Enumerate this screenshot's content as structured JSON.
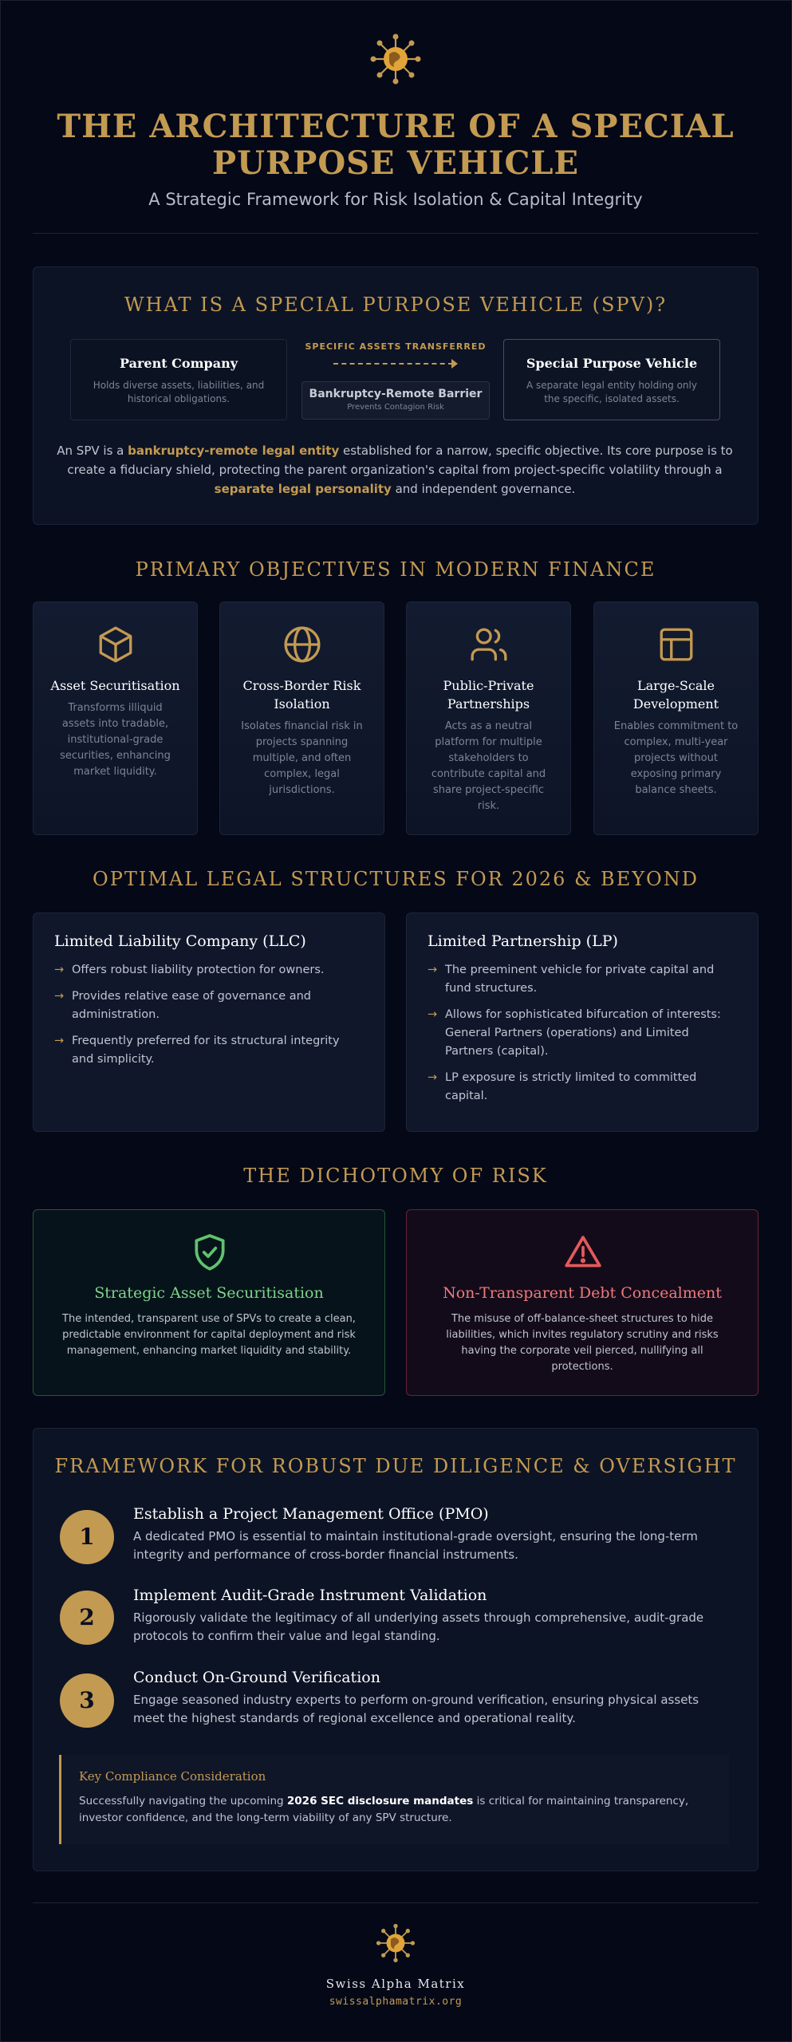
{
  "header": {
    "title": "THE ARCHITECTURE OF A SPECIAL PURPOSE VEHICLE",
    "subtitle": "A Strategic Framework for Risk Isolation & Capital Integrity"
  },
  "what_is": {
    "title": "WHAT IS A SPECIAL PURPOSE VEHICLE (SPV)?",
    "parent": {
      "title": "Parent Company",
      "desc": "Holds diverse assets, liabilities, and historical obligations."
    },
    "transfer_label": "SPECIFIC ASSETS TRANSFERRED",
    "barrier": {
      "title": "Bankruptcy-Remote Barrier",
      "desc": "Prevents Contagion Risk"
    },
    "spv": {
      "title": "Special Purpose Vehicle",
      "desc": "A separate legal entity holding only the specific, isolated assets."
    },
    "intro": {
      "p1": "An SPV is a ",
      "b1": "bankruptcy-remote legal entity",
      "p2": " established for a narrow, specific objective. Its core purpose is to create a fiduciary shield, protecting the parent organization's capital from project-specific volatility through a ",
      "b2": "separate legal personality",
      "p3": " and independent governance."
    }
  },
  "objectives": {
    "title": "PRIMARY OBJECTIVES IN MODERN FINANCE",
    "items": [
      {
        "icon": "box-icon",
        "title": "Asset Securitisation",
        "desc": "Transforms illiquid assets into tradable, institutional-grade securities, enhancing market liquidity."
      },
      {
        "icon": "globe-icon",
        "title": "Cross-Border Risk Isolation",
        "desc": "Isolates financial risk in projects spanning multiple, and often complex, legal jurisdictions."
      },
      {
        "icon": "users-icon",
        "title": "Public-Private Partnerships",
        "desc": "Acts as a neutral platform for multiple stakeholders to contribute capital and share project-specific risk."
      },
      {
        "icon": "layout-icon",
        "title": "Large-Scale Development",
        "desc": "Enables commitment to complex, multi-year projects without exposing primary balance sheets."
      }
    ]
  },
  "legal": {
    "title": "OPTIMAL LEGAL STRUCTURES FOR 2026 & BEYOND",
    "llc": {
      "title": "Limited Liability Company (LLC)",
      "points": [
        "Offers robust liability protection for owners.",
        "Provides relative ease of governance and administration.",
        "Frequently preferred for its structural integrity and simplicity."
      ]
    },
    "lp": {
      "title": "Limited Partnership (LP)",
      "points": [
        "The preeminent vehicle for private capital and fund structures.",
        "Allows for sophisticated bifurcation of interests: General Partners (operations) and Limited Partners (capital).",
        "LP exposure is strictly limited to committed capital."
      ]
    },
    "arrow": "→"
  },
  "risk": {
    "title": "THE DICHOTOMY OF RISK",
    "good": {
      "title": "Strategic Asset Securitisation",
      "desc": "The intended, transparent use of SPVs to create a clean, predictable environment for capital deployment and risk management, enhancing market liquidity and stability.",
      "color": "#5fc46e"
    },
    "bad": {
      "title": "Non-Transparent Debt Concealment",
      "desc": "The misuse of off-balance-sheet structures to hide liabilities, which invites regulatory scrutiny and risks having the corporate veil pierced, nullifying all protections.",
      "color": "#e35a5a"
    }
  },
  "framework": {
    "title": "FRAMEWORK FOR ROBUST DUE DILIGENCE & OVERSIGHT",
    "steps": [
      {
        "num": "1",
        "title": "Establish a Project Management Office (PMO)",
        "desc": "A dedicated PMO is essential to maintain institutional-grade oversight, ensuring the long-term integrity and performance of cross-border financial instruments."
      },
      {
        "num": "2",
        "title": "Implement Audit-Grade Instrument Validation",
        "desc": "Rigorously validate the legitimacy of all underlying assets through comprehensive, audit-grade protocols to confirm their value and legal standing."
      },
      {
        "num": "3",
        "title": "Conduct On-Ground Verification",
        "desc": "Engage seasoned industry experts to perform on-ground verification, ensuring physical assets meet the highest standards of regional excellence and operational reality."
      }
    ],
    "callout": {
      "title": "Key Compliance Consideration",
      "p1": "Successfully navigating the upcoming ",
      "b1": "2026 SEC disclosure mandates",
      "p2": " is critical for maintaining transparency, investor confidence, and the long-term viability of any SPV structure."
    }
  },
  "footer": {
    "brand": "Swiss Alpha Matrix",
    "url": "swissalphamatrix.org"
  },
  "colors": {
    "accent": "#c39a52",
    "background": "#040817",
    "panel": "#0c1324"
  }
}
